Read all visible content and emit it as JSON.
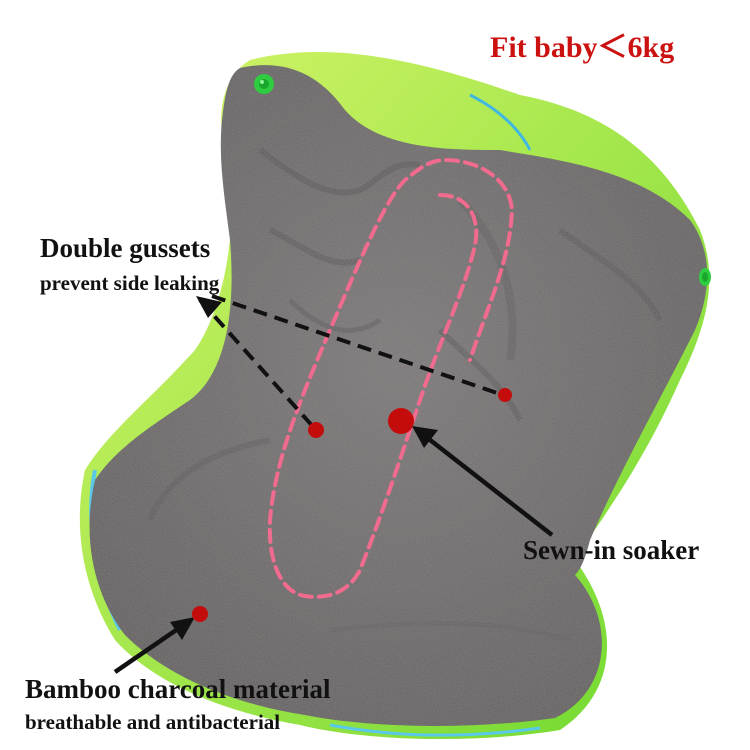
{
  "title": {
    "text": "Fit baby＜6kg",
    "color": "#cc1111"
  },
  "annotations": {
    "gussets": {
      "heading": "Double gussets",
      "subtext": "prevent side leaking"
    },
    "soaker": {
      "heading": "Sewn-in soaker"
    },
    "bamboo": {
      "heading": "Bamboo charcoal material",
      "subtext": "breathable and antibacterial"
    }
  },
  "product": {
    "name": "cloth diaper",
    "inner_color": "#6e6a6b",
    "outer_color": "#8ee03a",
    "snap_color": "#2ecc40",
    "outline_color": "#f06b8e",
    "marker_color": "#c40c0c"
  }
}
